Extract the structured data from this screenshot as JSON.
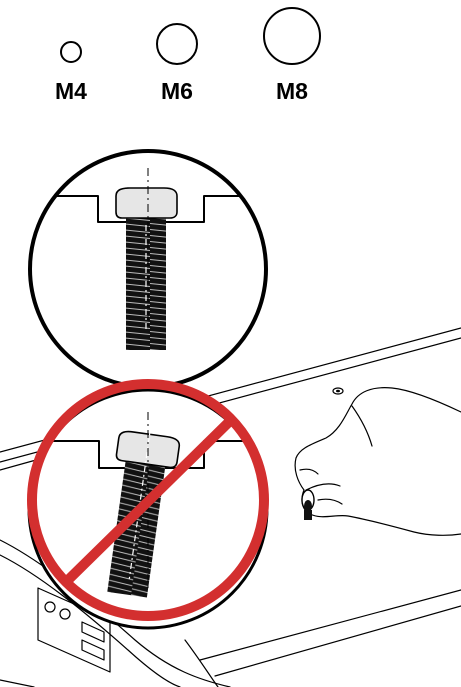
{
  "screw_sizes": [
    {
      "label": "M4"
    },
    {
      "label": "M6"
    },
    {
      "label": "M8"
    }
  ],
  "colors": {
    "prohibition": "#d32f2f",
    "screw_head": "#e6e6e6",
    "thread": "#111111",
    "line": "#000000"
  },
  "icons": {
    "correct": "screw-straight-icon",
    "incorrect": "prohibited-tilted-screw-icon",
    "hand": "hand-tightening-icon"
  }
}
